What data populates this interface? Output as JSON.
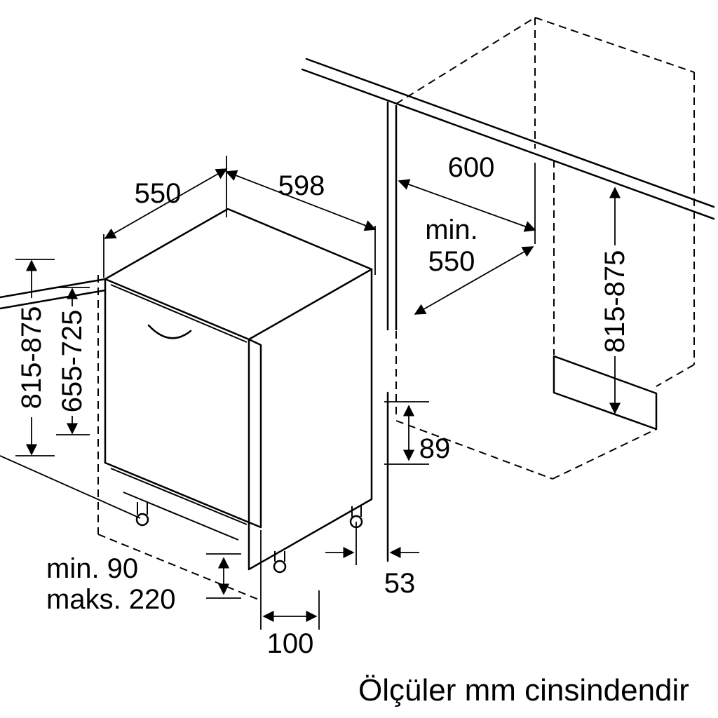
{
  "diagram": {
    "caption": "Ölçüler mm cinsindendir",
    "labels": {
      "top_depth": "550",
      "top_width": "598",
      "niche_width": "600",
      "niche_depth_min_word": "min.",
      "niche_depth_min_value": "550",
      "height_left": "815-875",
      "door_panel_height": "655-725",
      "height_right": "815-875",
      "recess_height": "89",
      "recess_depth": "53",
      "plinth_min": "min. 90",
      "plinth_max": "maks. 220",
      "foot_offset": "100"
    },
    "colors": {
      "line": "#000000",
      "background": "#ffffff"
    }
  }
}
